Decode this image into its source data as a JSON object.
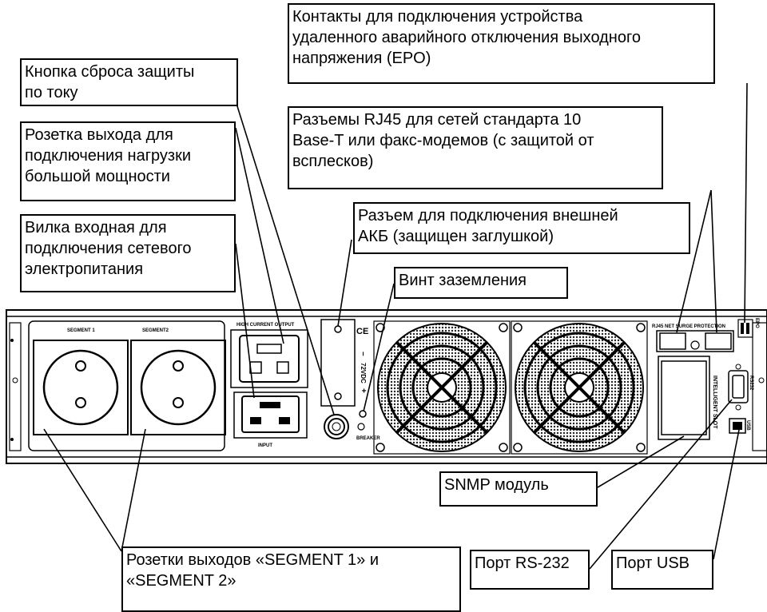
{
  "callouts": {
    "epo": "Контакты для подключения устройства\nудаленного аварийного отключения выходного\nнапряжения (EPO)",
    "reset": "Кнопка сброса защиты\nпо току",
    "rj45": "Разъемы RJ45 для сетей стандарта 10\nBase-T или факс-модемов (с защитой от\nвсплесков)",
    "hc_output": "Розетка выхода для\nподключения нагрузки\nбольшой мощности",
    "battery": "Разъем для подключения внешней\nАКБ (защищен заглушкой)",
    "input": "Вилка входная для\nподключения сетевого\nэлектропитания",
    "ground": "Винт заземления",
    "snmp": "SNMP модуль",
    "segments": "Розетки выходов «SEGMENT 1» и\n«SEGMENT 2»",
    "rs232": "Порт RS-232",
    "usb": "Порт USB"
  },
  "panel_labels": {
    "segment1": "SEGMENT 1",
    "segment2": "SEGMENT2",
    "high_current": "HIGH CURRENT OUTPUT",
    "input": "INPUT",
    "ce": "CE",
    "minus": "–",
    "voltage": "72VDC",
    "plus": "+",
    "breaker": "BREAKER",
    "rj45_net": "RJ45 NET SURGE PROTECTION",
    "epo": "EPO",
    "intelligent_slot": "INTELLIGENT SLOT",
    "rs232": "RS232",
    "usb": "USB"
  }
}
